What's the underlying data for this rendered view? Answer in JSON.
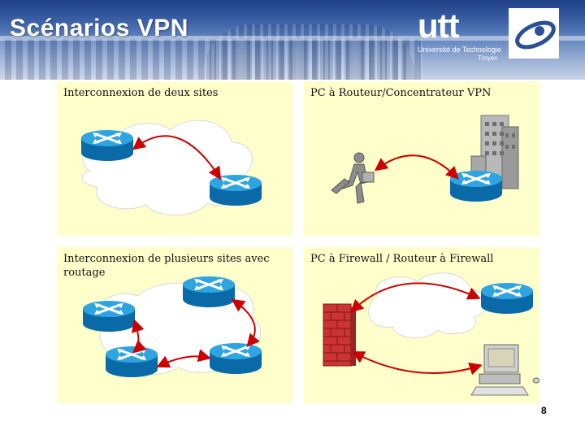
{
  "title": "Scénarios VPN",
  "logo": {
    "name": "utt",
    "subtitle": "Université de Technologie",
    "city": "Troyes"
  },
  "panels": [
    {
      "caption": "Interconnexion de deux sites"
    },
    {
      "caption": "PC à Routeur/Concentrateur VPN"
    },
    {
      "caption": "Interconnexion de plusieurs sites avec routage"
    },
    {
      "caption": "PC à Firewall / Routeur à Firewall"
    }
  ],
  "page_number": "8",
  "colors": {
    "panel_bg": "#ffffcc",
    "router": "#1a8fd0",
    "arrow": "#cc0000",
    "firewall": "#cc3333"
  }
}
